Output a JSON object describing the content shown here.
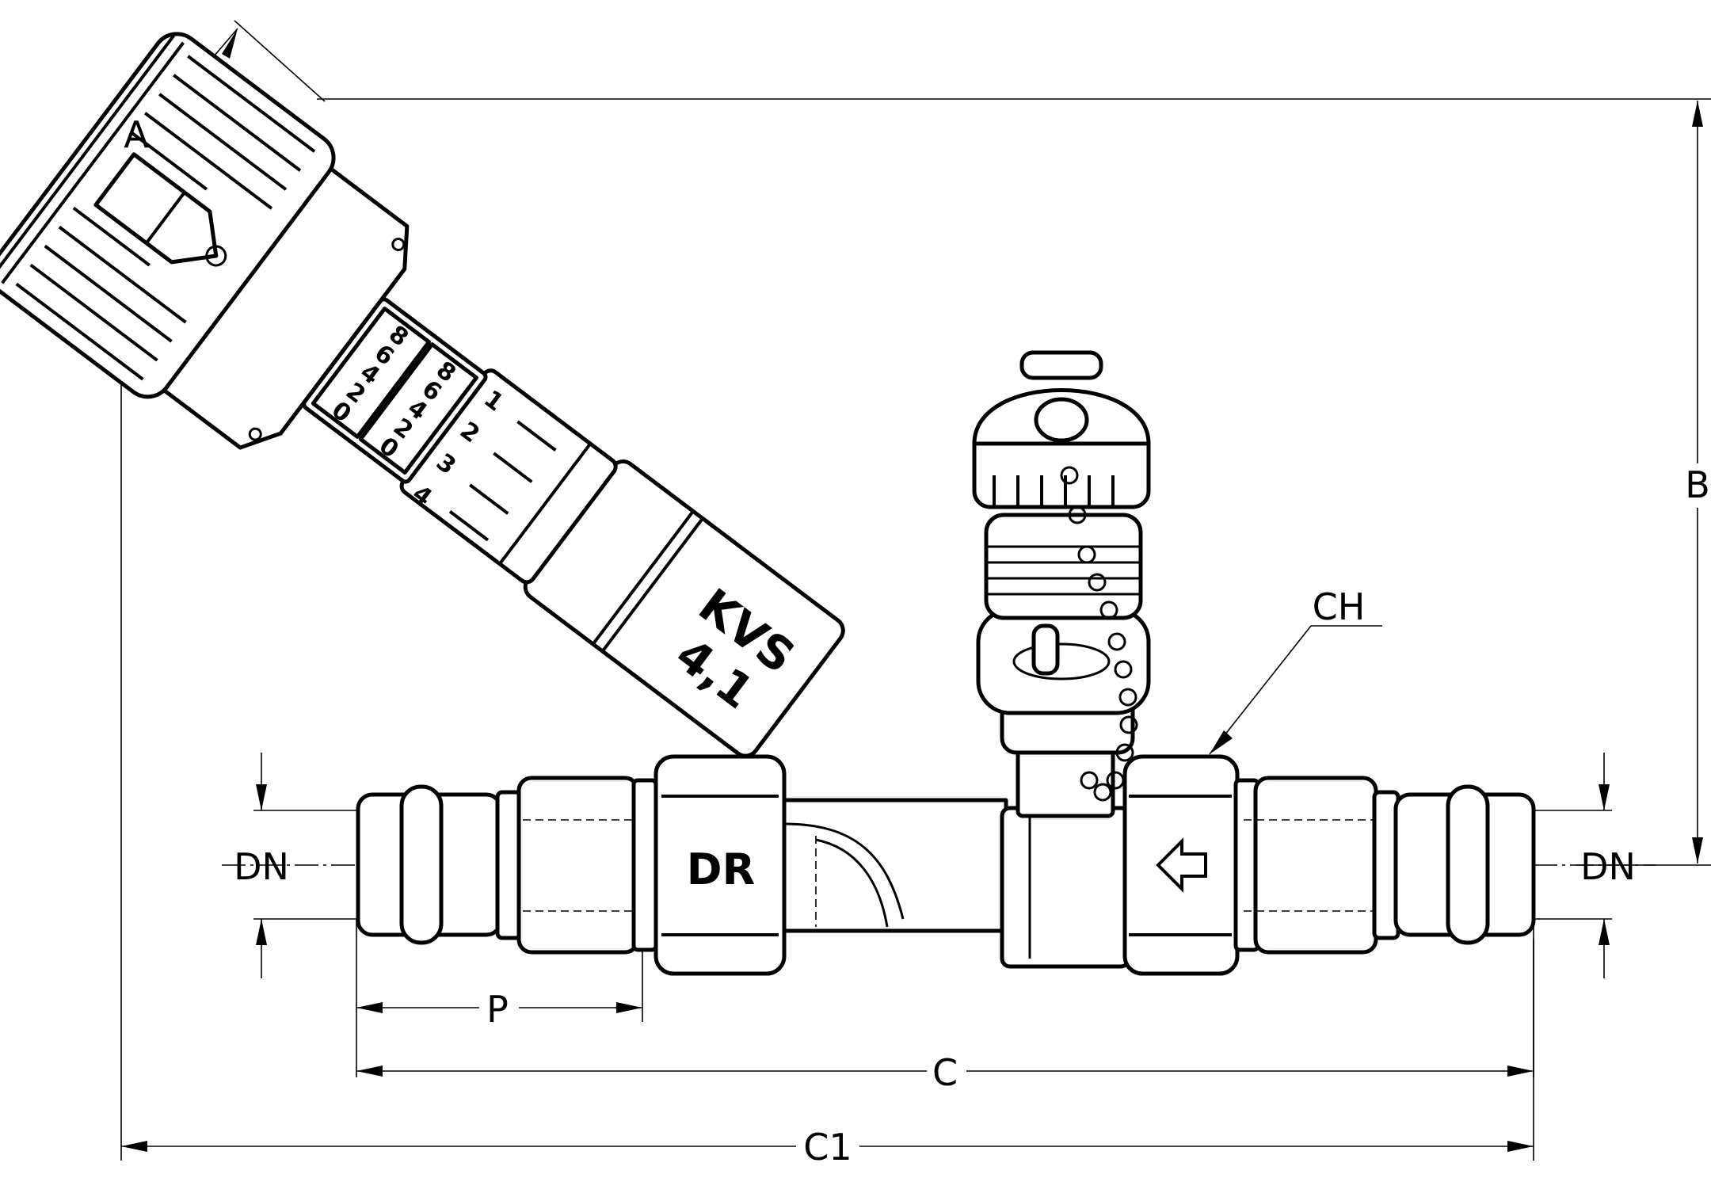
{
  "dimensions": {
    "a": "A",
    "b": "B",
    "c": "C",
    "c1": "C1",
    "p": "P",
    "ch": "CH",
    "dn_left": "DN",
    "dn_right": "DN"
  },
  "valve_marking": {
    "kvs_label": "KVS",
    "kvs_value": "4,1",
    "logo": "DR"
  },
  "presetting_scale": {
    "ring_numbers": [
      "1",
      "2",
      "3",
      "4"
    ],
    "scale_left": [
      "8",
      "6",
      "4",
      "2",
      "0"
    ],
    "scale_right": [
      "8",
      "6",
      "4",
      "2",
      "0"
    ]
  },
  "icons": {
    "flow_arrow": "flow-direction-arrow-icon"
  }
}
